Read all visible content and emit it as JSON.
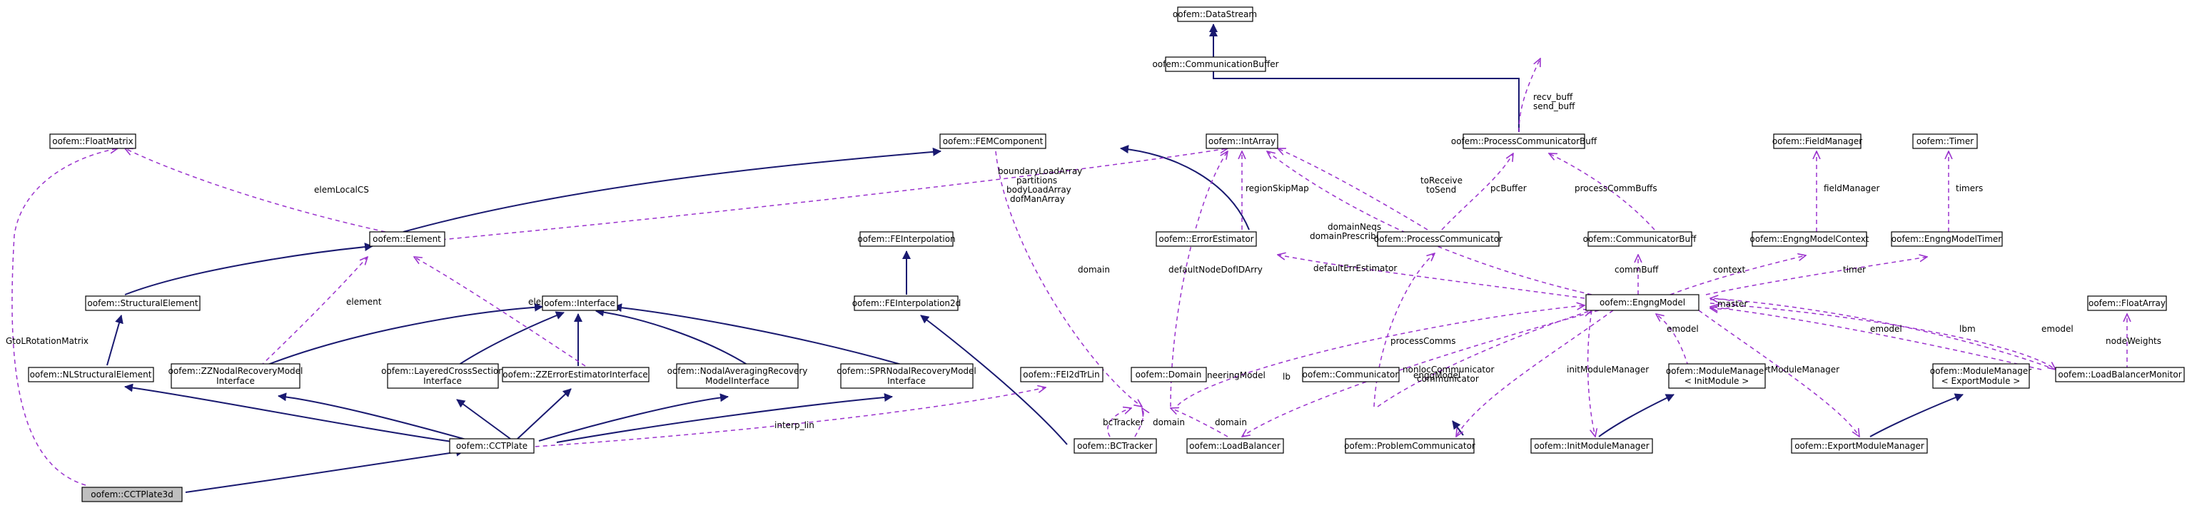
{
  "nodes": {
    "datastream": "oofem::DataStream",
    "commbuffer": "oofem::CommunicationBuffer",
    "proccommbuff": "oofem::ProcessCommunicatorBuff",
    "floatmatrix": "oofem::FloatMatrix",
    "femcomponent": "oofem::FEMComponent",
    "intarray": "oofem::IntArray",
    "fieldmanager": "oofem::FieldManager",
    "timer": "oofem::Timer",
    "element": "oofem::Element",
    "feinterpolation": "oofem::FEInterpolation",
    "errorestimator": "oofem::ErrorEstimator",
    "proccommunicator": "oofem::ProcessCommunicator",
    "communicatorbuff": "oofem::CommunicatorBuff",
    "engngmodelcontext": "oofem::EngngModelContext",
    "engngmodeltimer": "oofem::EngngModelTimer",
    "structuralelement": "oofem::StructuralElement",
    "interface": "oofem::Interface",
    "feinterpolation2d": "oofem::FEInterpolation2d",
    "engngmodel": "oofem::EngngModel",
    "floatarray": "oofem::FloatArray",
    "nlstructuralelement": "oofem::NLStructuralElement",
    "zznodal": [
      "oofem::ZZNodalRecoveryModel",
      "Interface"
    ],
    "layered": [
      "oofem::LayeredCrossSection",
      "Interface"
    ],
    "zzerror": "oofem::ZZErrorEstimatorInterface",
    "nodalavg": [
      "oofem::NodalAveragingRecovery",
      "ModelInterface"
    ],
    "sprnodal": [
      "oofem::SPRNodalRecoveryModel",
      "Interface"
    ],
    "fei2dtrlin": "oofem::FEI2dTrLin",
    "domain": "oofem::Domain",
    "communicator": "oofem::Communicator",
    "mminit": [
      "oofem::ModuleManager",
      "< InitModule >"
    ],
    "mmexport": [
      "oofem::ModuleManager",
      "< ExportModule >"
    ],
    "loadbalancermonitor": "oofem::LoadBalancerMonitor",
    "cctplate": "oofem::CCTPlate",
    "bctracker": "oofem::BCTracker",
    "loadbalancer": "oofem::LoadBalancer",
    "problemcommunicator": "oofem::ProblemCommunicator",
    "initmodulemanager": "oofem::InitModuleManager",
    "exportmodulemanager": "oofem::ExportModuleManager",
    "cctplate3d": "oofem::CCTPlate3d"
  },
  "edge_labels": {
    "recv_buff": "recv_buff",
    "send_buff": "send_buff",
    "elemLocalCS": "elemLocalCS",
    "boundaryLoadArray": "boundaryLoadArray",
    "partitions": "partitions",
    "bodyLoadArray": "bodyLoadArray",
    "dofManArray": "dofManArray",
    "regionSkipMap": "regionSkipMap",
    "toReceive": "toReceive",
    "toSend": "toSend",
    "pcBuffer": "pcBuffer",
    "processCommBuffs": "processCommBuffs",
    "fieldManager": "fieldManager",
    "timers": "timers",
    "domainNeqs": "domainNeqs",
    "domainPrescribedNeqs": "domainPrescribedNeqs",
    "defaultErrEstimator": "defaultErrEstimator",
    "commBuff": "commBuff",
    "context": "context",
    "timer": "timer",
    "master": "master",
    "element_zz": "element",
    "element_zzerr": "element",
    "domain": "domain",
    "defaultNodeDofIDArry": "defaultNodeDofIDArry",
    "processComms": "processComms",
    "engineeringModel": "engineeringModel",
    "enggModel": "enggModel",
    "emodel_mm": "emodel",
    "emodel_lb": "emodel",
    "emodel_lbm": "emodel",
    "lbm": "lbm",
    "nodeWeights": "nodeWeights",
    "GtoLRotationMatrix": "GtoLRotationMatrix",
    "interp_lin": "interp_lin",
    "bcTracker": "bcTracker",
    "domain_bc": "domain",
    "domain_lb": "domain",
    "lb": "lb",
    "nonlocCommunicator": "nonlocCommunicator",
    "communicator": "communicator",
    "initModuleManager": "initModuleManager",
    "exportModuleManager": "exportModuleManager"
  }
}
